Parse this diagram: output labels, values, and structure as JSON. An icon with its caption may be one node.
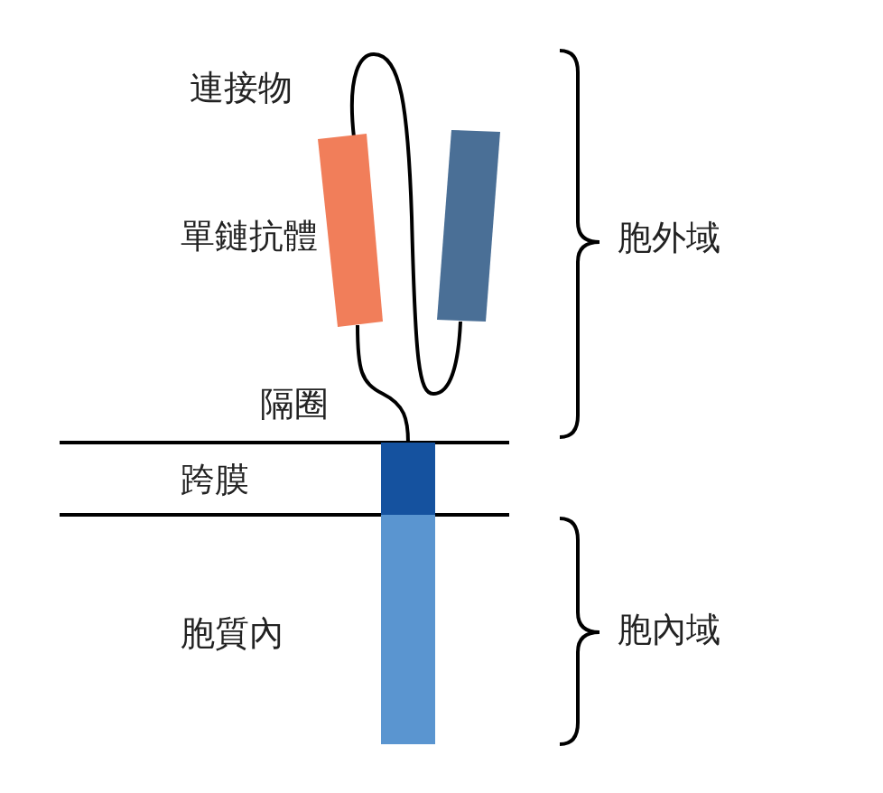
{
  "diagram": {
    "labels": [
      "連接物",
      "單鏈抗體",
      "胞外域",
      "隔圈",
      "跨膜",
      "胞質內",
      "胞內域"
    ]
  }
}
